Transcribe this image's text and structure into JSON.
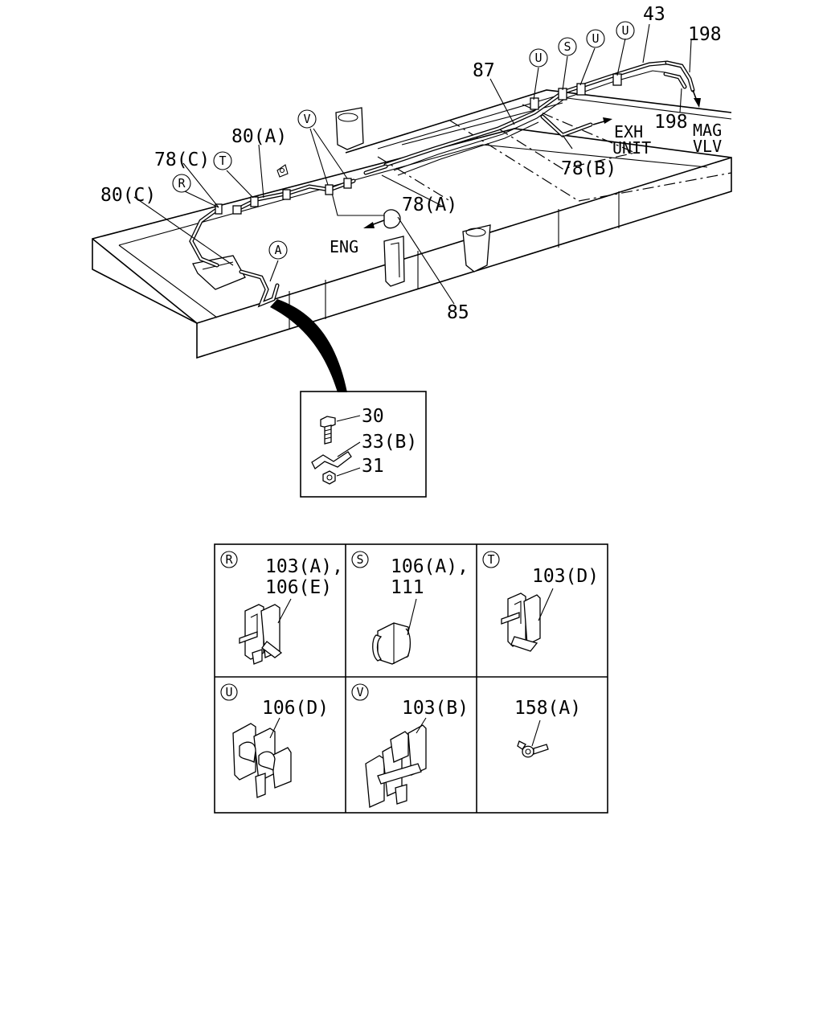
{
  "labels": {
    "l43": "43",
    "l198_top": "198",
    "l198_bot": "198",
    "mag": "MAG",
    "vlv": "VLV",
    "l87": "87",
    "exh": "EXH",
    "unit": "UNIT",
    "l78b": "78(B)",
    "l78a": "78(A)",
    "l80a": "80(A)",
    "l78c": "78(C)",
    "l80c": "80(C)",
    "eng": "ENG",
    "l85": "85"
  },
  "markers": {
    "s": "S",
    "u1": "U",
    "u2": "U",
    "u3": "U",
    "v": "V",
    "t": "T",
    "r": "R",
    "a": "A"
  },
  "detail_a": {
    "bolt": "30",
    "clip": "33(B)",
    "nut": "31"
  },
  "clip_table": [
    {
      "marker": "R",
      "line1": "103(A),",
      "line2": "106(E)"
    },
    {
      "marker": "S",
      "line1": "106(A),",
      "line2": "111"
    },
    {
      "marker": "T",
      "line1": "103(D)",
      "line2": ""
    },
    {
      "marker": "U",
      "line1": "106(D)",
      "line2": ""
    },
    {
      "marker": "V",
      "line1": "103(B)",
      "line2": ""
    },
    {
      "marker": "",
      "line1": "158(A)",
      "line2": ""
    }
  ]
}
